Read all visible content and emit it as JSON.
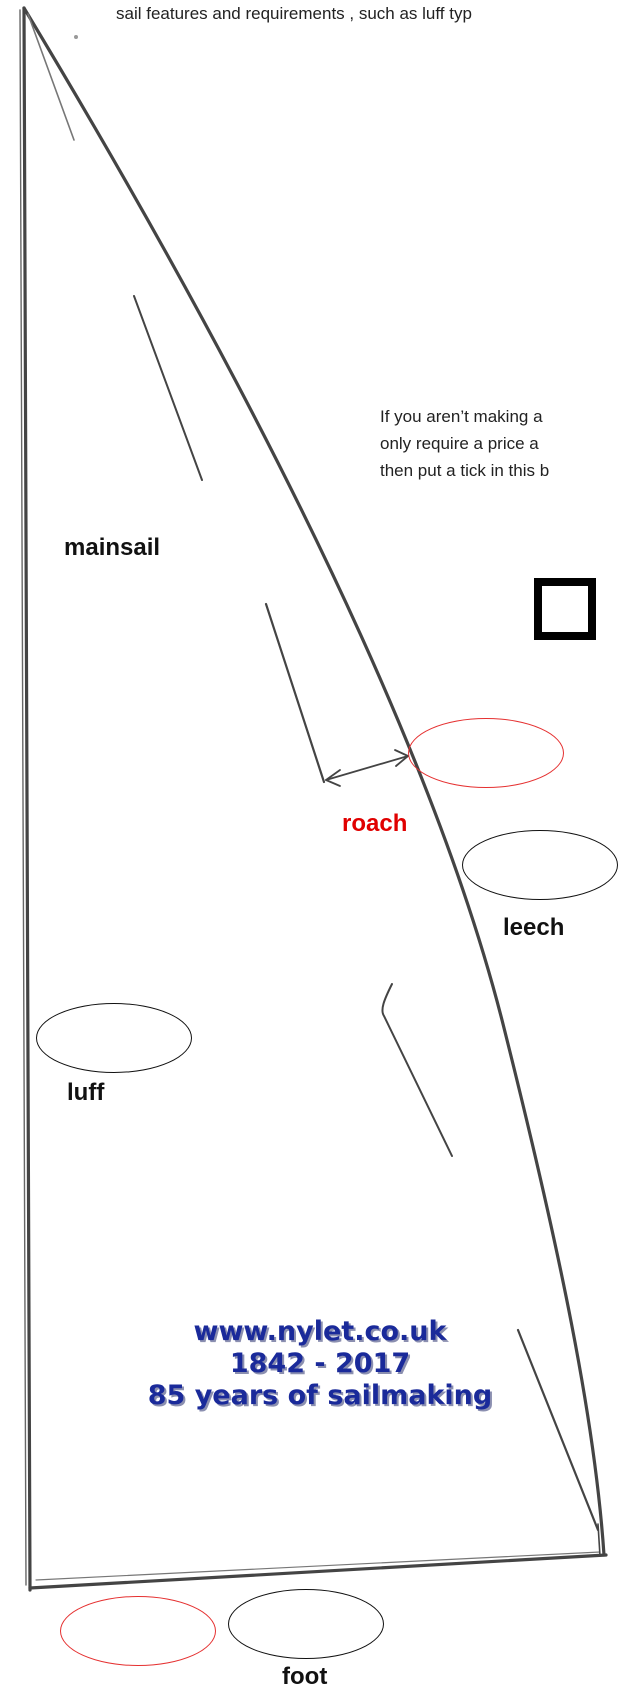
{
  "intro": {
    "text": "sail features and requirements , such as luff typ"
  },
  "note": {
    "line1": "If you aren’t making a",
    "line2": "only require a price a",
    "line3": "then put a tick in this b"
  },
  "labels": {
    "mainsail": "mainsail",
    "roach": "roach",
    "leech": "leech",
    "luff": "luff",
    "foot": "foot"
  },
  "brand": {
    "line1": "www.nylet.co.uk",
    "line2": "1842 - 2017",
    "line3": "85 years of sailmaking"
  },
  "colors": {
    "brand_text": "#1a2a9a",
    "highlight_red": "#e00000",
    "outline": "#111111"
  }
}
